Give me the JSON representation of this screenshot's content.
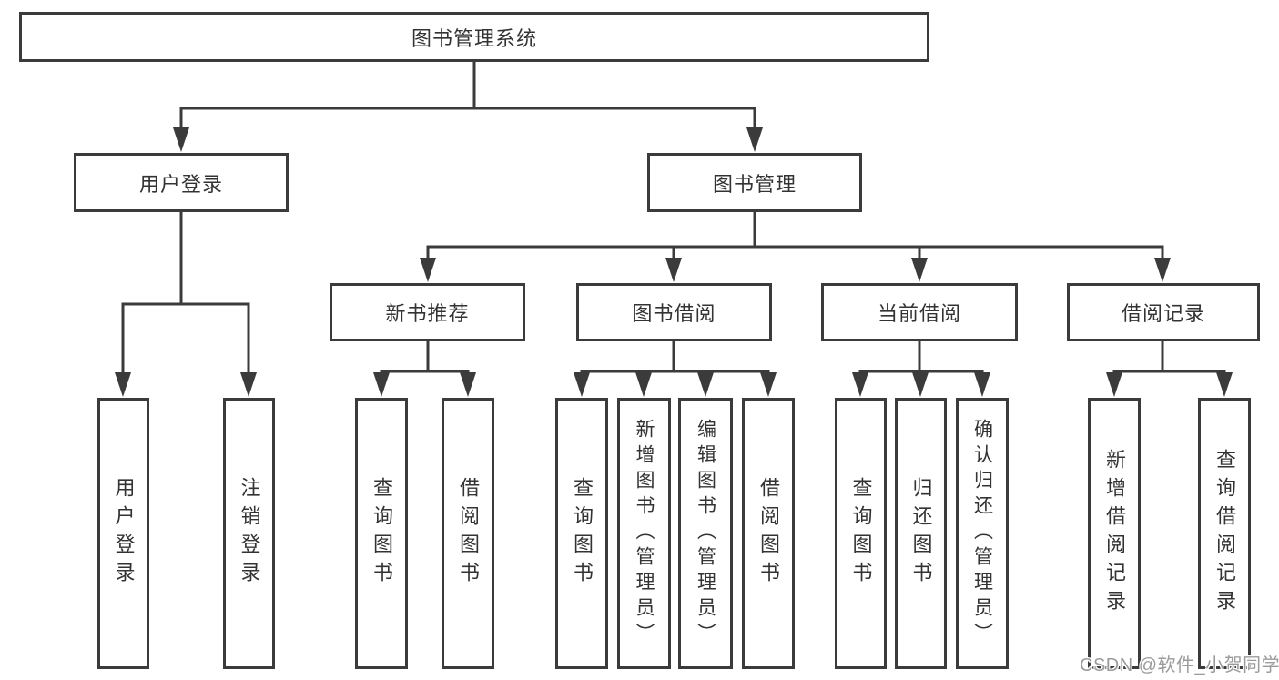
{
  "diagram": {
    "title": "图书管理系统",
    "colors": {
      "line": "#3b3b3b",
      "text": "#333333",
      "background": "#ffffff",
      "watermark": "#9b9b9b"
    },
    "nodes": {
      "root": {
        "label": "图书管理系统"
      },
      "login": {
        "label": "用户登录"
      },
      "mgmt": {
        "label": "图书管理"
      },
      "newbook": {
        "label": "新书推荐"
      },
      "borrow": {
        "label": "图书借阅"
      },
      "current": {
        "label": "当前借阅"
      },
      "records": {
        "label": "借阅记录"
      },
      "login_user": {
        "label": "用户登录"
      },
      "login_logout": {
        "label": "注销登录"
      },
      "newbook_query": {
        "label": "查询图书"
      },
      "newbook_borrow": {
        "label": "借阅图书"
      },
      "borrow_query": {
        "label": "查询图书"
      },
      "borrow_add": {
        "label": "新增图书（管理员）"
      },
      "borrow_edit": {
        "label": "编辑图书（管理员）"
      },
      "borrow_borrow": {
        "label": "借阅图书"
      },
      "current_query": {
        "label": "查询图书"
      },
      "current_return": {
        "label": "归还图书"
      },
      "current_confirm": {
        "label": "确认归还（管理员）"
      },
      "records_add": {
        "label": "新增借阅记录"
      },
      "records_query": {
        "label": "查询借阅记录"
      }
    },
    "hierarchy": {
      "图书管理系统": {
        "用户登录": [
          "用户登录",
          "注销登录"
        ],
        "图书管理": {
          "新书推荐": [
            "查询图书",
            "借阅图书"
          ],
          "图书借阅": [
            "查询图书",
            "新增图书（管理员）",
            "编辑图书（管理员）",
            "借阅图书"
          ],
          "当前借阅": [
            "查询图书",
            "归还图书",
            "确认归还（管理员）"
          ],
          "借阅记录": [
            "新增借阅记录",
            "查询借阅记录"
          ]
        }
      }
    }
  },
  "watermark": {
    "text": "CSDN @软件_小贺同学"
  }
}
